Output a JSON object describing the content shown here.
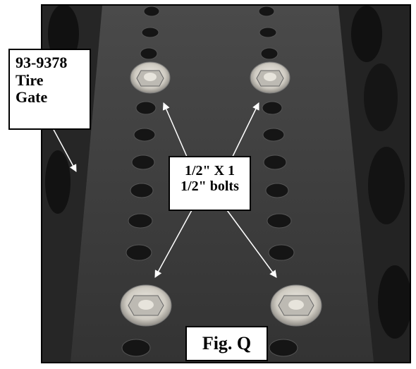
{
  "figure": {
    "part_label_lines": [
      "93-9378",
      "Tire",
      "Gate"
    ],
    "bolt_label_lines": [
      "1/2\" X 1",
      "1/2\" bolts"
    ],
    "figure_label": "Fig. Q"
  },
  "colors": {
    "plate": "#3a3a3a",
    "rail": "#1c1c1c",
    "hole": "#141414",
    "washer": "#d9d6cf",
    "nut": "#b8b6b0",
    "arrow": "#ffffff"
  }
}
